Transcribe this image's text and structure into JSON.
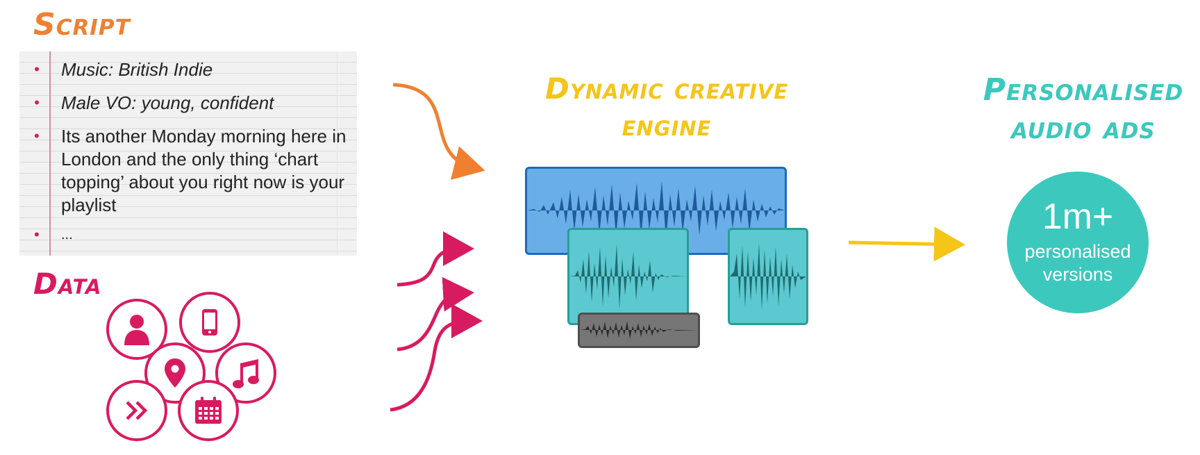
{
  "script": {
    "heading": "Script",
    "items": [
      {
        "text": "Music: British Indie"
      },
      {
        "text": "Male VO: young, confident"
      },
      {
        "text": "Its another Monday morning here in London and the only thing ‘chart topping’ about you right now is your playlist"
      },
      {
        "text": "..."
      }
    ]
  },
  "data": {
    "heading": "Data",
    "icons": [
      "person-icon",
      "phone-icon",
      "location-pin-icon",
      "music-note-icon",
      "fast-forward-icon",
      "calendar-icon"
    ]
  },
  "engine": {
    "heading": "Dynamic creative engine"
  },
  "result": {
    "heading": "Personalised audio ads",
    "value": "1m+",
    "label": "personalised versions"
  },
  "colors": {
    "script": "#f08030",
    "data": "#d81b60",
    "engine": "#f5c518",
    "result": "#3cc8bd",
    "wave_blue": "#6aaee8",
    "wave_teal": "#5cc8d0",
    "wave_grey": "#767676"
  }
}
